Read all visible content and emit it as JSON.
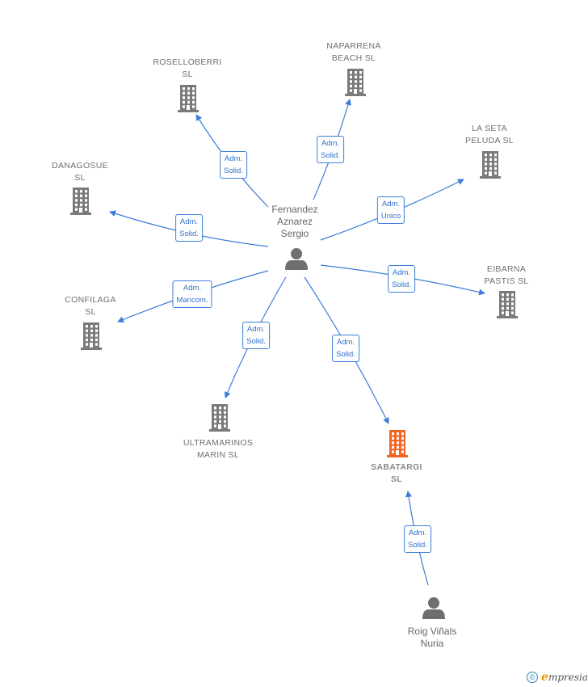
{
  "center": {
    "label": "Fernandez\nAznarez\nSergio"
  },
  "companies": [
    {
      "id": "roselloberri",
      "label": "ROSELLOBERRI\nSL",
      "relation": "Adm.\nSolid."
    },
    {
      "id": "naparrena",
      "label": "NAPARRENA\nBEACH  SL",
      "relation": "Adm.\nSolid."
    },
    {
      "id": "laseta",
      "label": "LA SETA\nPELUDA  SL",
      "relation": "Adm.\nUnico"
    },
    {
      "id": "danagosue",
      "label": "DANAGOSUE\nSL",
      "relation": "Adm.\nSolid."
    },
    {
      "id": "eibarna",
      "label": "EIBARNA\nPASTIS SL",
      "relation": "Adm.\nSolid."
    },
    {
      "id": "confilaga",
      "label": "CONFILAGA\nSL",
      "relation": "Adm.\nMancom."
    },
    {
      "id": "ultramarinos",
      "label": "ULTRAMARINOS\nMARIN  SL",
      "relation": "Adm.\nSolid."
    },
    {
      "id": "sabatargi",
      "label": "SABATARGI\nSL",
      "relation": "Adm.\nSolid.",
      "highlight": true
    }
  ],
  "second_person": {
    "label": "Roig Viñals\nNuria",
    "relation": "Adm.\nSolid.",
    "target": "sabatargi"
  },
  "colors": {
    "edge": "#3b7dd8",
    "building": "#7a7a7a",
    "highlight": "#f26522",
    "person": "#6f6f6f"
  },
  "footer": {
    "copyright_symbol": "©",
    "brand_initial": "e",
    "brand_rest": "mpresia"
  }
}
